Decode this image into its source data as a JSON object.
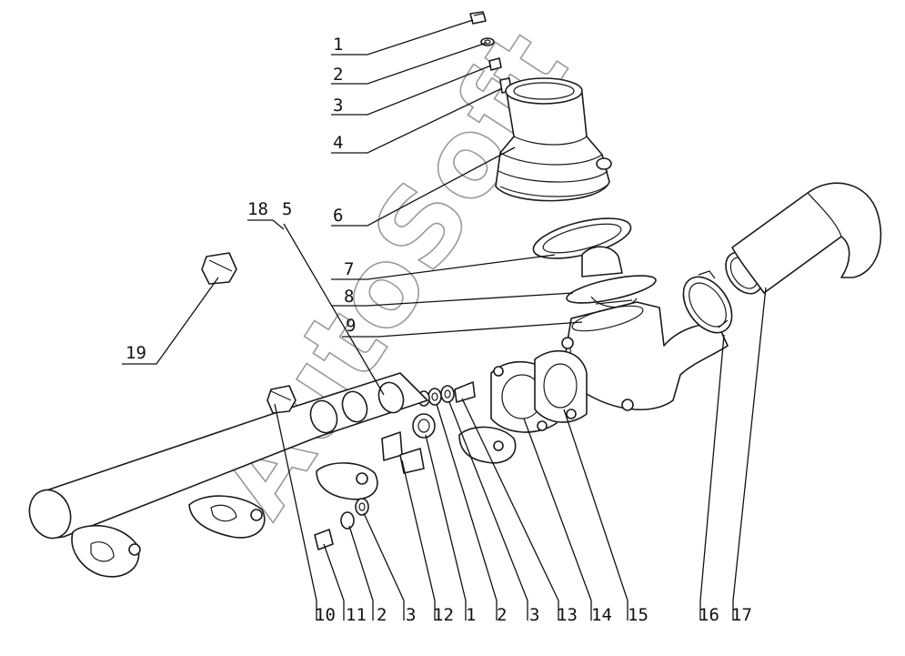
{
  "watermark": "AutoSoft",
  "callouts": {
    "c1": "1",
    "c2": "2",
    "c3": "3",
    "c4": "4",
    "c6": "6",
    "c18": "18",
    "c5": "5",
    "c7": "7",
    "c8": "8",
    "c9": "9",
    "c19": "19",
    "b10": "10",
    "b11": "11",
    "b2a": "2",
    "b3a": "3",
    "b12": "12",
    "b1": "1",
    "b2b": "2",
    "b3b": "3",
    "b13": "13",
    "b14": "14",
    "b15": "15",
    "b16": "16",
    "b17": "17"
  }
}
